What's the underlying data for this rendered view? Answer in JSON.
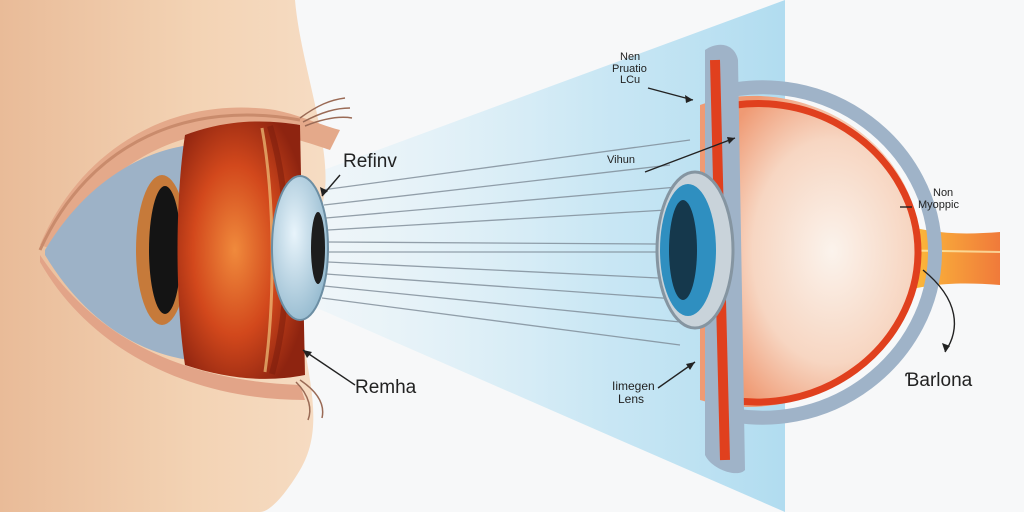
{
  "labels": {
    "top_left": "Refinv",
    "bottom_left": "Remha",
    "top_center_line1": "Nen",
    "top_center_line2": "Pruatio",
    "top_center_line3": "LCu",
    "middle_center": "Vihun",
    "bottom_center_line1": "Iimegen",
    "bottom_center_line2": "Lens",
    "right_top_line1": "Non",
    "right_top_line2": "Myoppic",
    "right_bottom": "Ɓarlona"
  },
  "colors": {
    "skin": "#f1cfae",
    "skin_shadow": "#d99f7a",
    "iris_orange": "#c8441a",
    "beam": "#bfe3f3",
    "retina_red": "#e0401e",
    "sclera_blue": "#9fb3c8",
    "lens_blue": "#2f8fc0"
  }
}
